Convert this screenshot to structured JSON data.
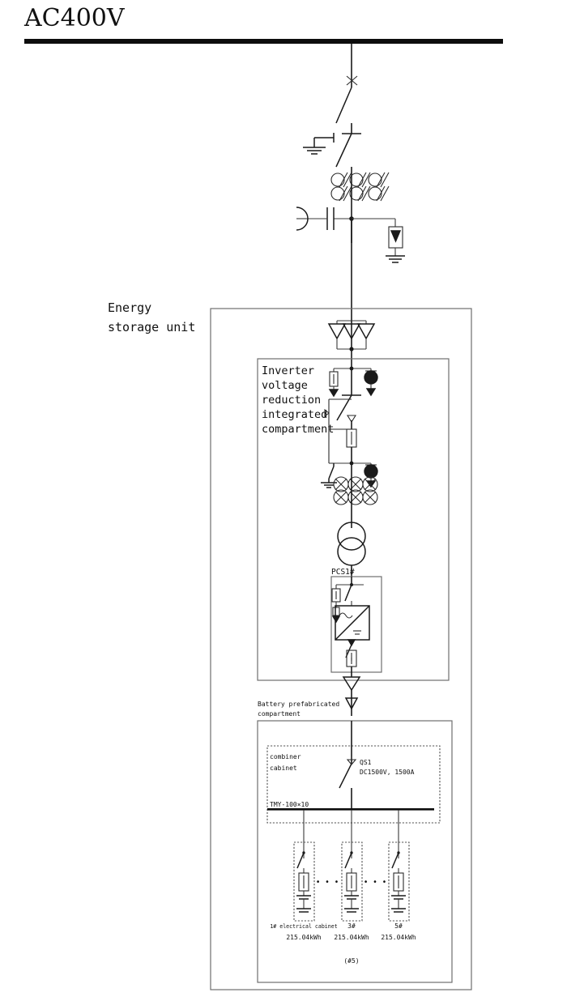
{
  "document": {
    "title": "AC400V",
    "type": "single-line-diagram",
    "subject": "Energy storage system electrical schematic"
  },
  "labels": {
    "busbar_title": "AC400V",
    "energy_storage_unit_line1": "Energy",
    "energy_storage_unit_line2": "storage unit",
    "inverter_compartment_line1": "Inverter",
    "inverter_compartment_line2": "voltage",
    "inverter_compartment_line3": "reduction",
    "inverter_compartment_line4": "integrated",
    "inverter_compartment_line5": "compartment",
    "pcs_label": "PCS1#",
    "battery_compartment_line1": "Battery prefabricated",
    "battery_compartment_line2": "compartment",
    "combiner_cabinet_line1": "combiner",
    "combiner_cabinet_line2": "cabinet",
    "disconnector_tag": "QS1",
    "disconnector_rating": "DC1500V, 1500A",
    "busbar_spec": "TMY-100×10",
    "ellipsis_1": "• • •",
    "ellipsis_2": "• • •",
    "quantity_note": "(#5)"
  },
  "battery_cabinets": [
    {
      "name": "1# electrical cabinet",
      "capacity": "215.04kWh"
    },
    {
      "name": "3#",
      "capacity": "215.04kWh"
    },
    {
      "name": "5#",
      "capacity": "215.04kWh"
    }
  ],
  "symbols": {
    "top_disconnector": "disconnect-switch",
    "earthing_switch": "earthing-switch",
    "current_transformer_group_ac": "ct-array-3x2",
    "capacitor": "capacitor",
    "surge_arrester_ac": "surge-arrester",
    "surge_arrester_trio": "surge-arrester-x3",
    "fuse": "fuse",
    "voltage_transformer": "voltage-transformer",
    "withdrawable_breaker": "withdrawable-circuit-breaker",
    "current_transformer_group_lv": "ct-array-3x2",
    "power_transformer": "two-winding-transformer",
    "inverter": "dc-ac-inverter",
    "battery": "battery-cell"
  },
  "colors": {
    "line": "#1a1a1a",
    "box": "#6f6f6f",
    "background": "#ffffff",
    "busbar": "#0d0d0d"
  }
}
